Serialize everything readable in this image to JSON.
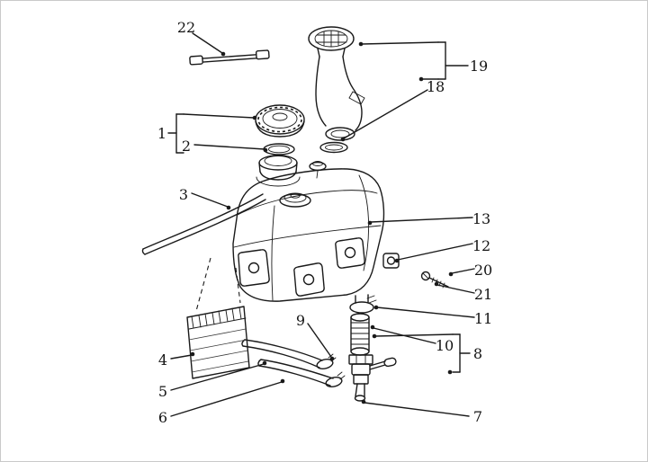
{
  "diagram": {
    "colors": {
      "line": "#1a1a1a",
      "background": "#ffffff"
    },
    "callouts": {
      "c1": "1",
      "c2": "2",
      "c3": "3",
      "c4": "4",
      "c5": "5",
      "c6": "6",
      "c7": "7",
      "c8": "8",
      "c9": "9",
      "c10": "10",
      "c11": "11",
      "c12": "12",
      "c13": "13",
      "c18": "18",
      "c19": "19",
      "c20": "20",
      "c21": "21",
      "c22": "22"
    }
  }
}
